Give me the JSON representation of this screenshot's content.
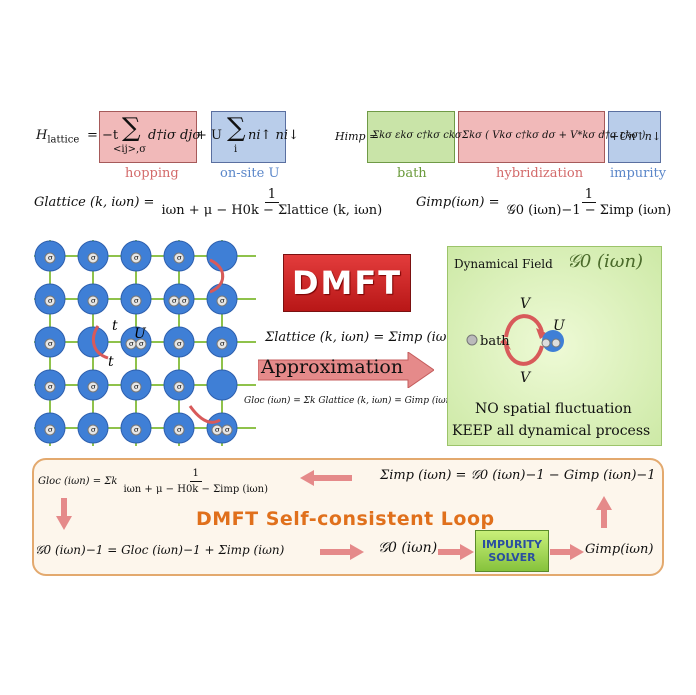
{
  "top_left": {
    "h_lattice_lhs": "H",
    "h_lattice_sub": "lattice",
    "eq_sign": "= −t",
    "hop_sum_under": "<ij>,σ",
    "hop_term": "d†iσ djσ",
    "plus_u": "+ U",
    "onsite_sum_under": "i",
    "onsite_term": "ni↑ ni↓",
    "label_hopping": "hopping",
    "label_onsite": "on-site U",
    "g_lattice_lhs": "Glattice (k, iωn) =",
    "g_lattice_num": "1",
    "g_lattice_den": "iωn + μ − H0k − Σlattice (k, iωn)"
  },
  "top_right": {
    "h_imp_lhs": "Himp =",
    "bath_term": "Σkσ εkσ c†kσ ckσ",
    "hyb_term": "Σkσ ( Vkσ c†kσ dσ + V*kσ d†σ ckσ )",
    "imp_term": "+Un↑n↓",
    "label_bath": "bath",
    "label_hyb": "hybridization",
    "label_imp": "impurity",
    "g_imp_lhs": "Gimp(iωn) =",
    "g_imp_num": "1",
    "g_imp_den": "𝒢0 (iωn)−1 − Σimp (iωn)"
  },
  "middle": {
    "dmft_logo": "DMFT",
    "sigma_eq": "Σlattice (k, iωn) = Σimp (iωn)",
    "approx_label": "Approximation",
    "gloc_eq": "Gloc (iωn) = Σk Glattice (k, iωn) = Gimp (iωn)",
    "lattice_t1": "t",
    "lattice_t2": "t",
    "lattice_u": "U",
    "electron_glyph": "σ"
  },
  "green_panel": {
    "title": "Dynamical Field",
    "field_symbol": "𝒢0 (iωn)",
    "v_top": "V",
    "v_bottom": "V",
    "u_label": "U",
    "bath_label": "bath",
    "line1": "NO spatial fluctuation",
    "line2": "KEEP all dynamical process"
  },
  "loop": {
    "title": "DMFT Self-consistent Loop",
    "gloc_lhs": "Gloc (iωn) = Σk",
    "gloc_num": "1",
    "gloc_den": "iωn + μ − H0k − Σimp (iωn)",
    "sigma_imp_eq": "Σimp (iωn) = 𝒢0 (iωn)−1 − Gimp (iωn)−1",
    "g0_inverse_eq": "𝒢0 (iωn)−1 = Gloc (iωn)−1 + Σimp (iωn)",
    "g0_label": "𝒢0 (iωn)",
    "solver_line1": "IMPURITY",
    "solver_line2": "SOLVER",
    "gimp_label": "Gimp(iωn)"
  },
  "colors": {
    "red_box": "#f1b9b9",
    "blue_box": "#b9cdea",
    "green_box": "#c9e4a8",
    "arrow_red": "#e58a8a",
    "loop_border": "#e3a96e",
    "loop_title": "#e0701c",
    "atom_blue": "#3f7fd6",
    "lattice_line": "#8fc24b"
  }
}
